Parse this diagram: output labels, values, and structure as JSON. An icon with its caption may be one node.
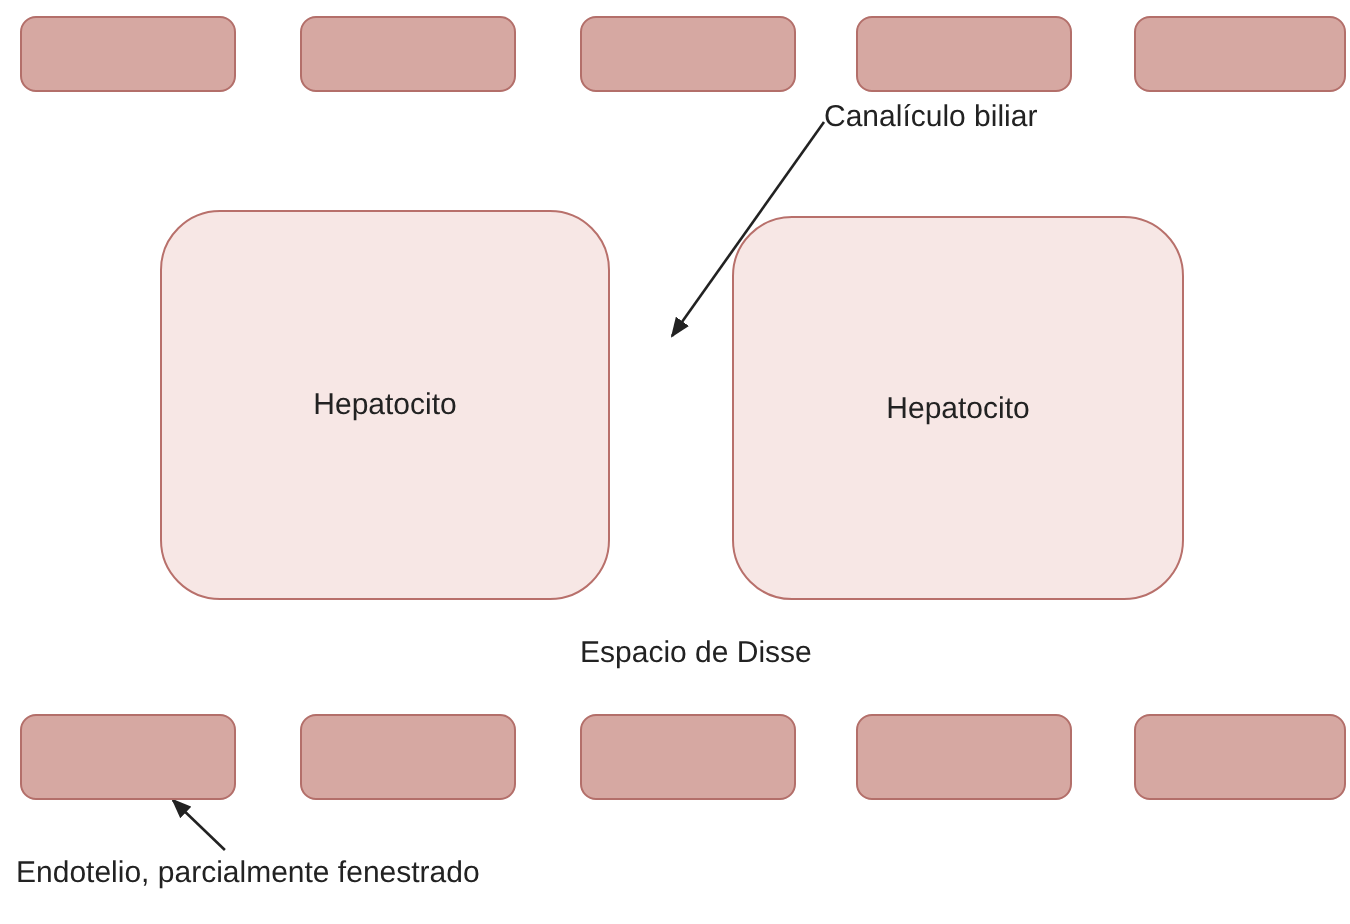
{
  "diagram": {
    "nodes": [
      {
        "text": [],
        "shape": "bar"
      },
      {
        "text": [],
        "shape": "bar"
      },
      {
        "text": [],
        "shape": "bar"
      },
      {
        "text": [],
        "shape": "bar"
      },
      {
        "text": [],
        "shape": "bar"
      },
      {
        "text": [
          "Canalículo biliar"
        ]
      },
      {
        "text": [
          "Hepatocito"
        ]
      },
      {
        "text": [
          "Hepatocito"
        ]
      },
      {
        "text": [],
        "shape": "bar"
      },
      {
        "text": [],
        "shape": "bar"
      },
      {
        "text": [],
        "shape": "bar"
      },
      {
        "text": [],
        "shape": "bar"
      },
      {
        "text": [],
        "shape": "bar"
      },
      {
        "text": [
          "Endotelio, parcialmente fenestrado"
        ]
      }
    ],
    "edges": [
      {
        "from": 5,
        "to": null,
        "arrow": "to"
      },
      {
        "from": 13,
        "to": 8,
        "arrow": "to"
      }
    ],
    "labels": [
      "Espacio de Disse"
    ]
  }
}
